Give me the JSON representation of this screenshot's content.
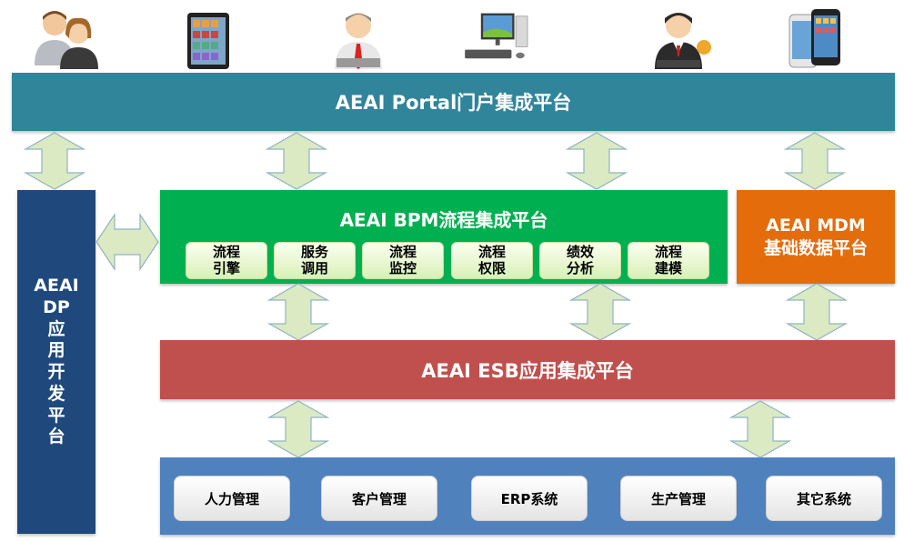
{
  "users": [
    {
      "icon": "two-people-icon"
    },
    {
      "icon": "tablet-icon"
    },
    {
      "icon": "businessman-icon"
    },
    {
      "icon": "desktop-computer-icon"
    },
    {
      "icon": "agent-icon"
    },
    {
      "icon": "smartphone-icon"
    }
  ],
  "portal": {
    "label": "AEAI Portal门户集成平台",
    "color": "#31859b"
  },
  "bpm": {
    "title": "AEAI BPM流程集成平台",
    "color": "#00b050",
    "modules": [
      {
        "line1": "流程",
        "line2": "引擎"
      },
      {
        "line1": "服务",
        "line2": "调用"
      },
      {
        "line1": "流程",
        "line2": "监控"
      },
      {
        "line1": "流程",
        "line2": "权限"
      },
      {
        "line1": "绩效",
        "line2": "分析"
      },
      {
        "line1": "流程",
        "line2": "建模"
      }
    ]
  },
  "mdm": {
    "line1": "AEAI MDM",
    "line2": "基础数据平台",
    "color": "#e46c0a"
  },
  "dp": {
    "lines": [
      "AEAI",
      "DP",
      "应",
      "用",
      "开",
      "发",
      "平",
      "台"
    ],
    "color": "#1f497d"
  },
  "esb": {
    "label": "AEAI ESB应用集成平台",
    "color": "#c0504d"
  },
  "systems": {
    "color": "#4f81bd",
    "items": [
      "人力管理",
      "客户管理",
      "ERP系统",
      "生产管理",
      "其它系统"
    ]
  }
}
